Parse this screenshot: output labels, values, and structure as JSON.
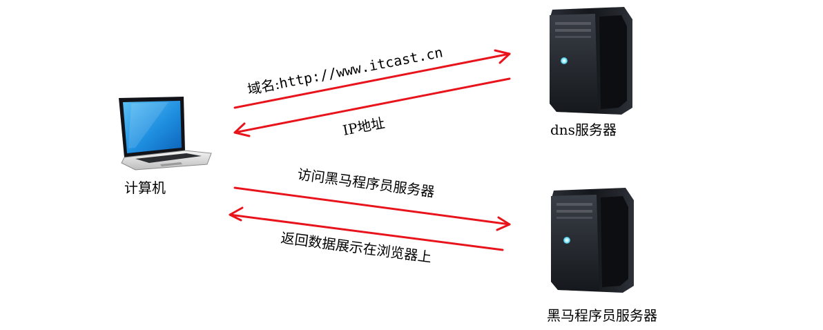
{
  "diagram": {
    "nodes": {
      "computer": {
        "label": "计算机",
        "icon": "laptop-icon"
      },
      "dns_server": {
        "label": "dns服务器",
        "icon": "server-tower-icon"
      },
      "web_server": {
        "label": "黑马程序员服务器",
        "icon": "server-tower-icon"
      }
    },
    "edges": [
      {
        "from": "computer",
        "to": "dns_server",
        "label_prefix": "域名:",
        "label_url": "http://www.itcast.cn"
      },
      {
        "from": "dns_server",
        "to": "computer",
        "label": "IP地址"
      },
      {
        "from": "computer",
        "to": "web_server",
        "label": "访问黑马程序员服务器"
      },
      {
        "from": "web_server",
        "to": "computer",
        "label": "返回数据展示在浏览器上"
      }
    ]
  },
  "colors": {
    "arrow": "#e8131b",
    "server_body": "#1c1f24",
    "laptop_screen": "#1f8fe0"
  }
}
